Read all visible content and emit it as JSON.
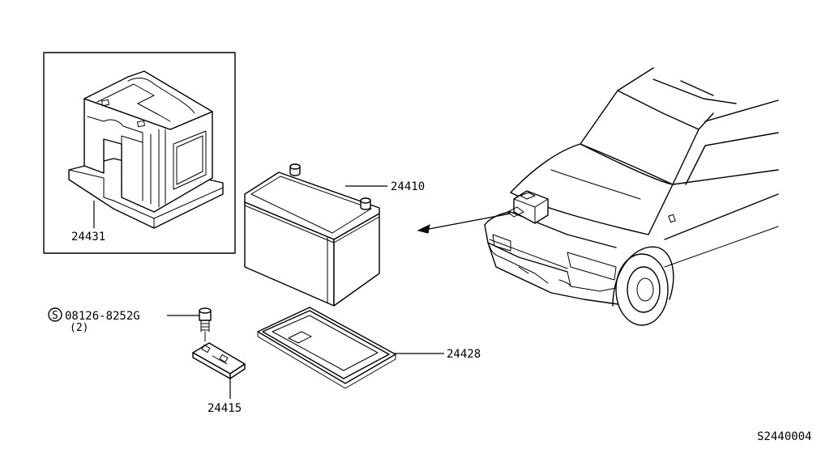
{
  "parts": {
    "battery": "24410",
    "battery_cover": "24431",
    "battery_frame": "24428",
    "battery_clamp": "24415",
    "bolt_code": "08126-8252G",
    "bolt_prefix_symbol": "S",
    "bolt_qty": "(2)"
  },
  "diagram_id": "S2440004"
}
